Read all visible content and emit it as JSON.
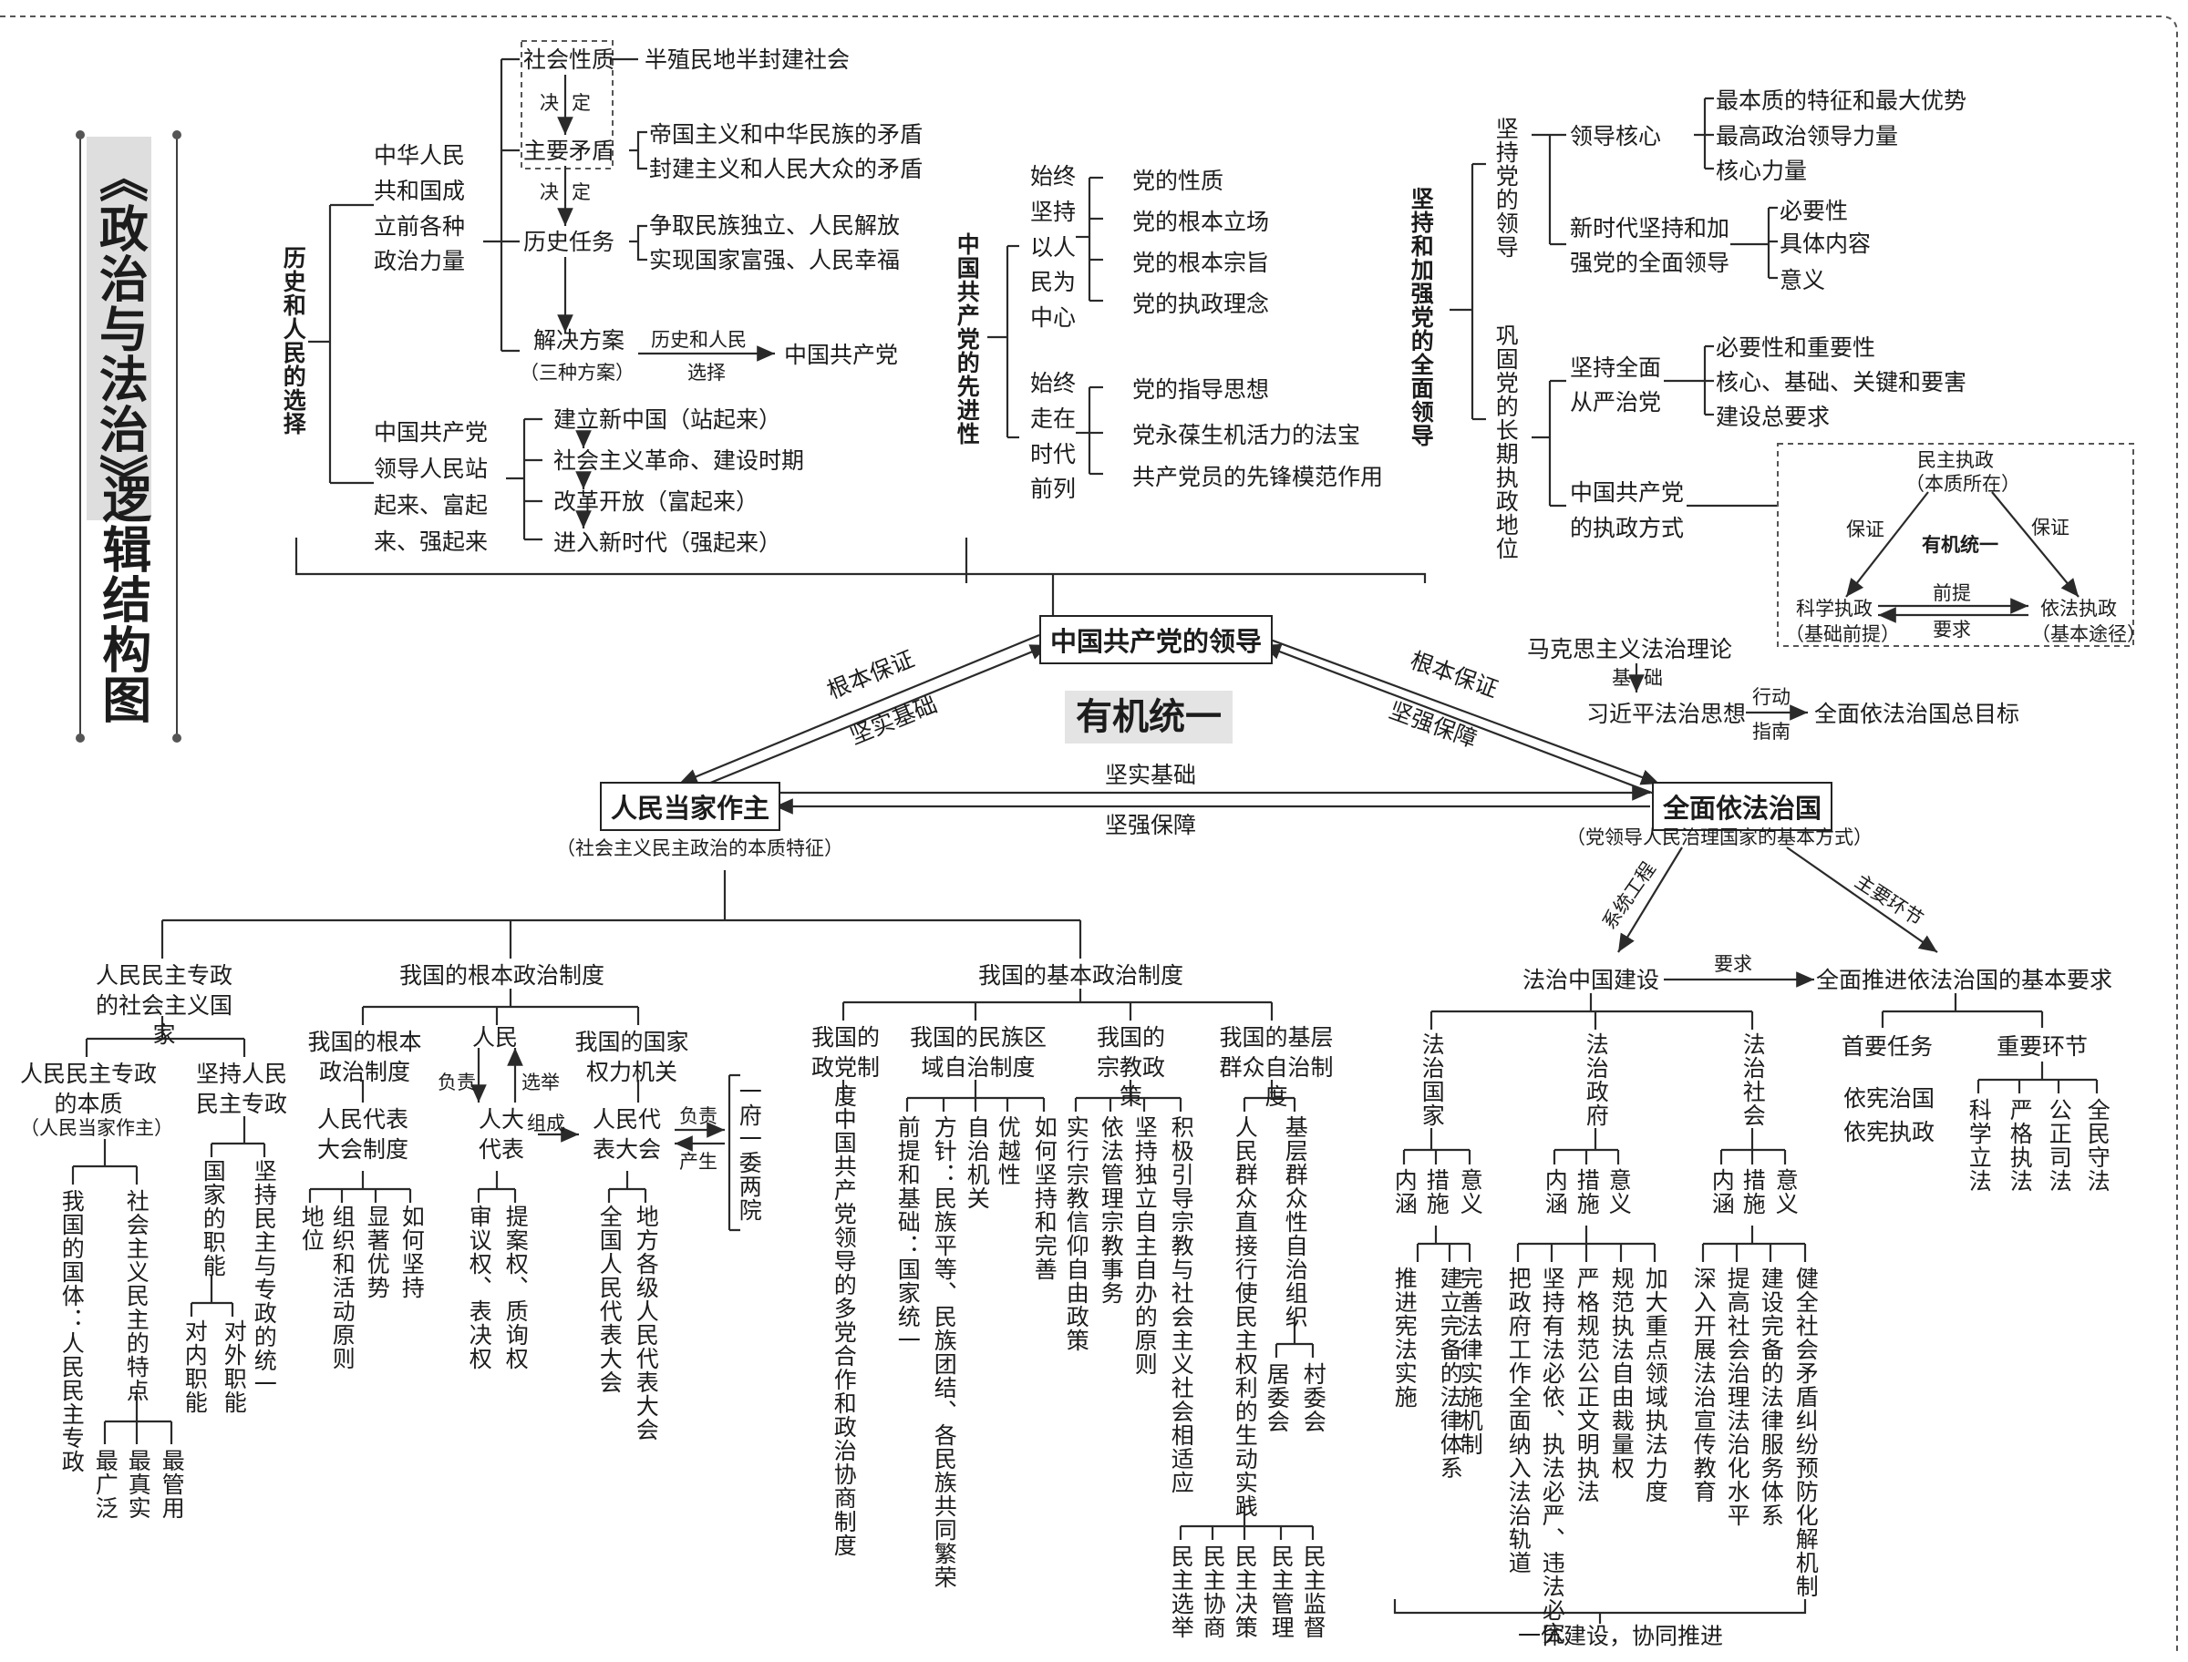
{
  "title": {
    "main": "《政治与法治》",
    "sub": "逻辑结构图"
  },
  "center": {
    "leader": "中国共产党的领导",
    "people": "人民当家作主",
    "rule": "全面依法治国",
    "organic": "有机统一",
    "people_note": "（社会主义民主政治的本质特征）",
    "rule_note": "（党领导人民治理国家的基本方式）",
    "e1": "根本保证",
    "e2": "坚实基础",
    "e3": "根本保证",
    "e4": "坚强保障",
    "e5": "坚实基础",
    "e6": "坚强保障"
  },
  "hist": {
    "root": "历史和人民的选择",
    "forces": "中华人民共和国成立前各种政治力量",
    "nature": "社会性质",
    "nature_ans": "半殖民地半封建社会",
    "decide": "决定",
    "decide2": "决定",
    "contra": "主要矛盾",
    "contra1": "帝国主义和中华民族的矛盾",
    "contra2": "封建主义和人民大众的矛盾",
    "task": "历史任务",
    "task1": "争取民族独立、人民解放",
    "task2": "实现国家富强、人民幸福",
    "plan": "解决方案",
    "plan2": "（三种方案）",
    "choose1": "历史和人民",
    "choose2": "选择",
    "cpc": "中国共产党",
    "lead": "中国共产党领导人民站起来、富起来、强起来",
    "s1": "建立新中国（站起来）",
    "s2": "社会主义革命、建设时期",
    "s3": "改革开放（富起来）",
    "s4": "进入新时代（强起来）"
  },
  "adv": {
    "root": "中国共产党的先进性",
    "people": "始终坚持以人民为中心",
    "p1": "党的性质",
    "p2": "党的根本立场",
    "p3": "党的根本宗旨",
    "p4": "党的执政理念",
    "front": "始终走在时代前列",
    "f1": "党的指导思想",
    "f2": "党永葆生机活力的法宝",
    "f3": "共产党员的先锋模范作用"
  },
  "strong": {
    "root": "坚持和加强党的全面领导",
    "lead": "坚持党的领导",
    "core": "领导核心",
    "c1": "最本质的特征和最大优势",
    "c2": "最高政治领导力量",
    "c3": "核心力量",
    "newera": "新时代坚持和加强党的全面领导",
    "n1": "必要性",
    "n2": "具体内容",
    "n3": "意义",
    "status": "巩固党的长期执政地位",
    "strict": "坚持全面从严治党",
    "s1": "必要性和重要性",
    "s2": "核心、基础、关键和要害",
    "s3": "建设总要求",
    "way": "中国共产党的执政方式",
    "tri": {
      "top": "民主执政",
      "top2": "（本质所在）",
      "left": "科学执政",
      "left2": "（基础前提）",
      "right": "依法执政",
      "right2": "（基本途径）",
      "center": "有机统一",
      "g1": "保证",
      "g2": "保证",
      "pre": "前提",
      "req": "要求"
    }
  },
  "law_theory": {
    "marx": "马克思主义法治理论",
    "base": "基础",
    "xi": "习近平法治思想",
    "act1": "行动",
    "act2": "指南",
    "goal": "全面依法治国总目标"
  },
  "people_branch": {
    "dict": "人民民主专政的社会主义国家",
    "essence": "人民民主专政的本质",
    "essence2": "（人民当家作主）",
    "nature": "我国的国体：人民民主专政",
    "feature": "社会主义民主的特点",
    "f1": "最广泛",
    "f2": "最真实",
    "f3": "最管用",
    "uphold": "坚持人民民主专政",
    "func": "国家的职能",
    "fn1": "对内职能",
    "fn2": "对外职能",
    "unity": "坚持民主与专政的统一",
    "root": "我国的根本政治制度",
    "rootsys": "我国的根本政治制度",
    "npc": "人民代表大会制度",
    "r1": "地位",
    "r2": "组织和活动原则",
    "r3": "显著优势",
    "r4": "如何坚持",
    "people": "人民",
    "resp": "负责",
    "elect": "选举",
    "deputy": "人大代表",
    "compose": "组成",
    "rights1": "审议权、表决权",
    "rights2": "提案权、质询权",
    "power": "我国的国家权力机关",
    "congress": "人民代表大会",
    "resp2": "负责",
    "produce": "产生",
    "gov": "一府一委两院",
    "nat": "全国人民代表大会",
    "local": "地方各级人民代表大会",
    "basic": "我国的基本政治制度",
    "party": "我国的政党制度",
    "party1": "中国共产党领导的多党合作和政治协商制度",
    "ethnic": "我国的民族区域自治制度",
    "e1": "前提和基础：国家统一",
    "e2": "方针：民族平等、民族团结、各民族共同繁荣",
    "e3": "自治机关",
    "e4": "优越性",
    "e5": "如何坚持和完善",
    "relig": "我国的宗教政策",
    "g1": "实行宗教信仰自由政策",
    "g2": "依法管理宗教事务",
    "g3": "坚持独立自主自办的原则",
    "g4": "积极引导宗教与社会主义社会相适应",
    "grass": "我国的基层群众自治制度",
    "gr1": "人民群众直接行使民主权利的生动实践",
    "gr2": "基层群众性自治组织",
    "res": "居委会",
    "vil": "村委会",
    "d1": "民主选举",
    "d2": "民主协商",
    "d3": "民主决策",
    "d4": "民主管理",
    "d5": "民主监督"
  },
  "rule_branch": {
    "sys": "系统工程",
    "key": "主要环节",
    "china": "法治中国建设",
    "req": "要求",
    "basicreq": "全面推进依法治国的基本要求",
    "state": "法治国家",
    "gov": "法治政府",
    "soc": "法治社会",
    "nei": "内涵",
    "cuo": "措施",
    "yi": "意义",
    "st1": "推进宪法实施",
    "st2": "建立完备的法律体系",
    "st3": "完善法律实施机制",
    "gv1": "把政府工作全面纳入法治轨道",
    "gv2": "坚持有法必依、执法必严、违法必究",
    "gv3": "严格规范公正文明执法",
    "gv4": "规范执法自由裁量权",
    "gv5": "加大重点领域执法力度",
    "sc1": "深入开展法治宣传教育",
    "sc2": "提高社会治理法治化水平",
    "sc3": "建设完备的法律服务体系",
    "sc4": "健全社会矛盾纠纷预防化解机制",
    "together": "一体建设，协同推进",
    "primary": "首要任务",
    "p1": "依宪治国",
    "p2": "依宪执政",
    "links": "重要环节",
    "l1": "科学立法",
    "l2": "严格执法",
    "l3": "公正司法",
    "l4": "全民守法"
  }
}
